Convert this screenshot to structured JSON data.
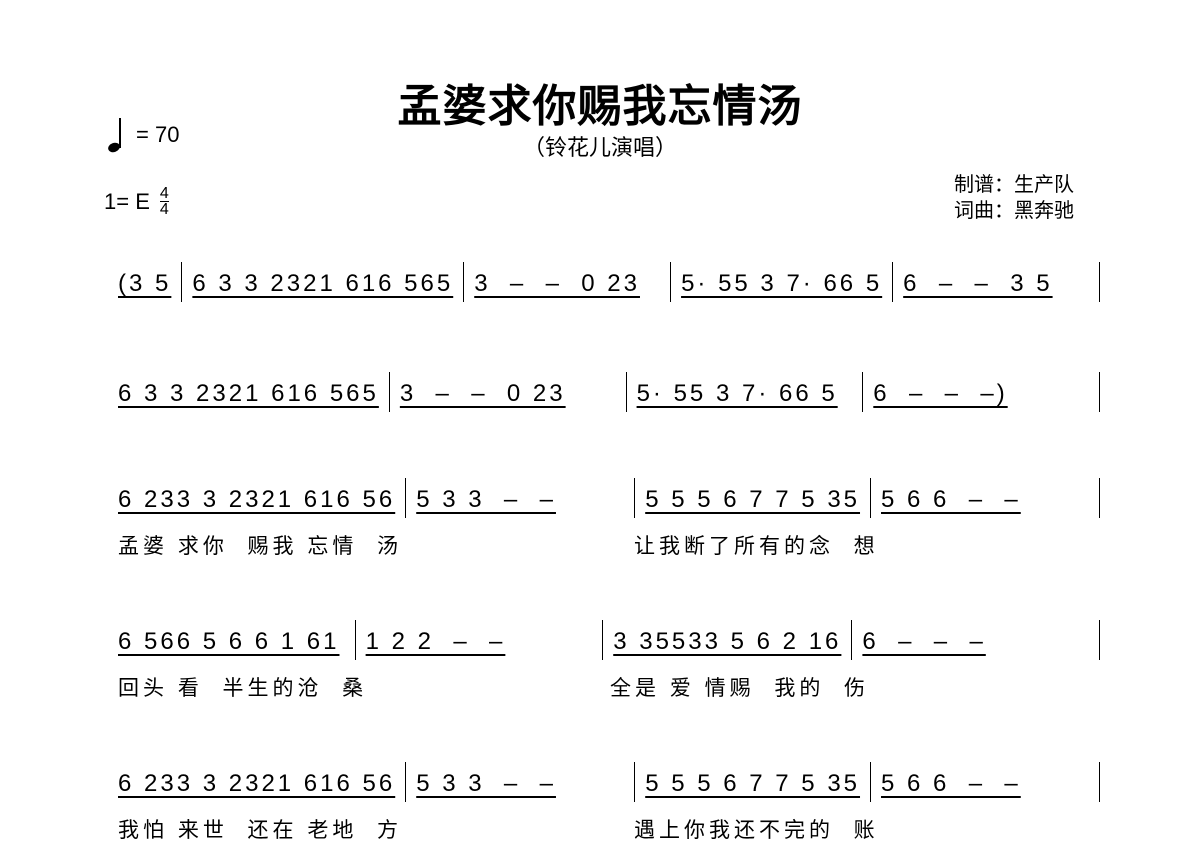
{
  "header": {
    "title": "孟婆求你赐我忘情汤",
    "subtitle": "（铃花儿演唱）",
    "tempo_equals": "= 70",
    "key": "1= E",
    "meter_top": "4",
    "meter_bottom": "4",
    "arranger": "制谱：生产队",
    "composer": "词曲：黑奔驰"
  },
  "lines": [
    {
      "measures": [
        "(3 5",
        "6 3 3 2321 616 565",
        "3  –  –  0 23",
        "5· 55 3 7· 66 5",
        "6  –  –  3 5"
      ],
      "lyrics": []
    },
    {
      "measures": [
        "6 3 3 2321 616 565",
        "3  –  –  0 23",
        "5· 55 3 7· 66 5",
        "6  –  –  –)"
      ],
      "lyrics": []
    },
    {
      "measures": [
        "6 233 3 2321 616 56",
        "5 3 3  –  –",
        "5 5 5 6 7 7 5 35",
        "5 6 6  –  –"
      ],
      "lyrics": [
        "孟婆 求你  赐我 忘情  汤",
        "让我断了所有的念  想"
      ]
    },
    {
      "measures": [
        "6 566 5 6 6 1 61",
        "1 2 2  –  –",
        "3 35533 5 6 2 16",
        "6  –  –  –"
      ],
      "lyrics": [
        "回头 看  半生的沧  桑",
        "全是 爱 情赐  我的  伤"
      ]
    },
    {
      "measures": [
        "6 233 3 2321 616 56",
        "5 3 3  –  –",
        "5 5 5 6 7 7 5 35",
        "5 6 6  –  –"
      ],
      "lyrics": [
        "我怕 来世  还在 老地  方",
        "遇上你我还不完的  账"
      ]
    }
  ]
}
